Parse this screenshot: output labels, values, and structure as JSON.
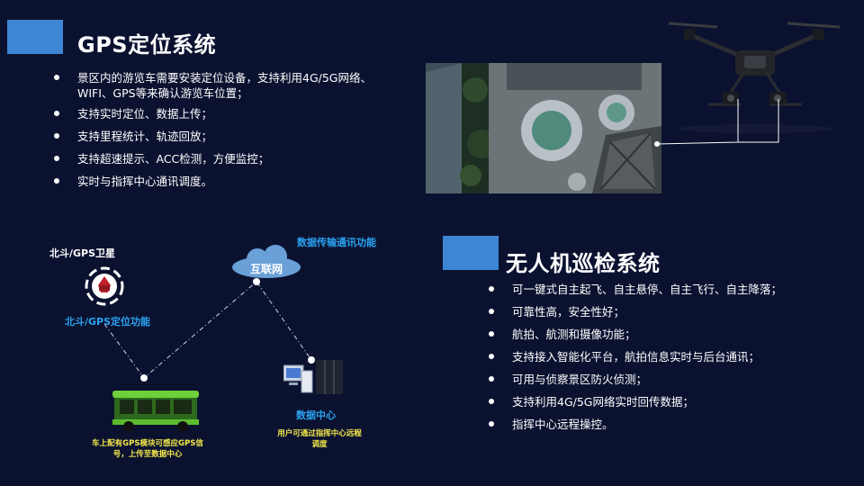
{
  "gps": {
    "title": "GPS定位系统",
    "bullets": [
      "景区内的游览车需要安装定位设备，支持利用4G/5G网络、WIFI、GPS等来确认游览车位置；",
      "支持实时定位、数据上传；",
      "支持里程统计、轨迹回放；",
      "支持超速提示、ACC检测，方便监控；",
      "实时与指挥中心通讯调度。"
    ]
  },
  "diagram": {
    "satellite_label": "北斗/GPS卫星",
    "satellite_function": "北斗/GPS定位功能",
    "cloud_label": "互联网",
    "cloud_function": "数据传输通讯功能",
    "datacenter_label": "数据中心",
    "datacenter_note": "用户可通过指挥中心远程调度",
    "vehicle_note": "车上配有GPS模块可感应GPS信号，上传至数据中心"
  },
  "drone": {
    "title": "无人机巡检系统",
    "bullets": [
      "可一键式自主起飞、自主悬停、自主飞行、自主降落；",
      "可靠性高，安全性好；",
      "航拍、航测和摄像功能；",
      "支持接入智能化平台，航拍信息实时与后台通讯；",
      "可用与侦察景区防火侦测；",
      "支持利用4G/5G网络实时回传数据；",
      "指挥中心远程操控。"
    ]
  },
  "colors": {
    "background": "#0b1230",
    "accent": "#3d86d4",
    "label_blue": "#2aa3f0",
    "label_yellow": "#f5e94a"
  }
}
